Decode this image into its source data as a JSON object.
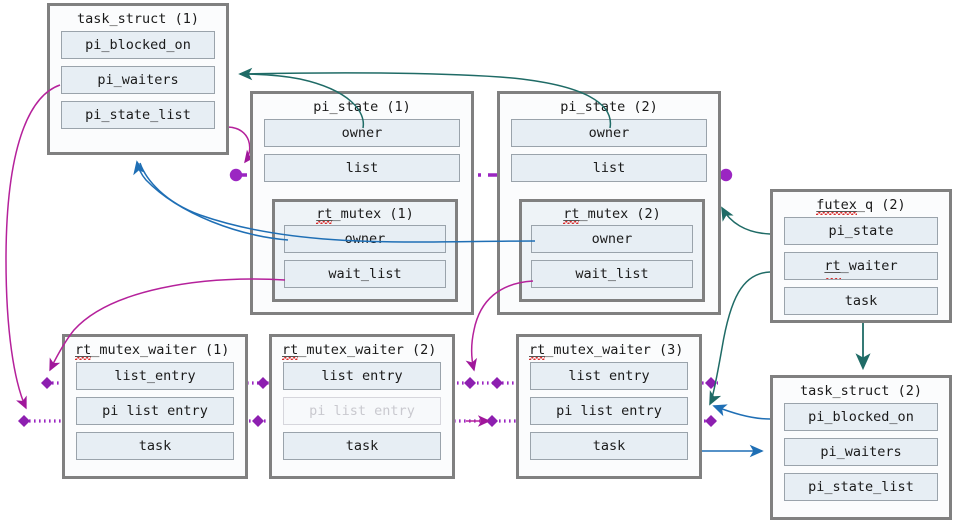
{
  "diagram": {
    "title": "futex PI state relationship diagram",
    "colors": {
      "box_border": "#808080",
      "field_border": "#9aa3ab",
      "field_fill": "#e7eef4",
      "inner_fill": "#eef3f7",
      "purple_list": "#9b26c2",
      "magenta_link": "#b5219b",
      "teal_link": "#1f6b66",
      "blue_link": "#1f6fb5",
      "faded_text": "#c9c9cf",
      "spellcheck_red": "#d92b2b"
    },
    "structs": [
      {
        "id": "task_struct_1",
        "title": "task_struct (1)",
        "title_plain": "task_struct (1)",
        "fields": [
          {
            "label": "pi_blocked_on",
            "faded": false
          },
          {
            "label": "pi_waiters",
            "faded": false
          },
          {
            "label": "pi_state_list",
            "faded": false
          }
        ]
      },
      {
        "id": "pi_state_1",
        "title": "pi_state (1)",
        "fields": [
          {
            "label": "owner",
            "faded": false
          },
          {
            "label": "list",
            "faded": false
          }
        ],
        "nested": {
          "id": "rt_mutex_1",
          "title": "rt_mutex (1)",
          "title_spell": "rt",
          "title_rest": "_mutex (1)",
          "fields": [
            {
              "label": "owner",
              "faded": false
            },
            {
              "label": "wait_list",
              "faded": false
            }
          ]
        }
      },
      {
        "id": "pi_state_2",
        "title": "pi_state (2)",
        "fields": [
          {
            "label": "owner",
            "faded": false
          },
          {
            "label": "list",
            "faded": false
          }
        ],
        "nested": {
          "id": "rt_mutex_2",
          "title": "rt_mutex (2)",
          "title_spell": "rt",
          "title_rest": "_mutex (2)",
          "fields": [
            {
              "label": "owner",
              "faded": false
            },
            {
              "label": "wait_list",
              "faded": false
            }
          ]
        }
      },
      {
        "id": "futex_q_2",
        "title": "futex_q (2)",
        "title_spell": "futex",
        "title_rest": "_q (2)",
        "fields": [
          {
            "label": "pi_state",
            "faded": false
          },
          {
            "label": "rt_waiter",
            "faded": false,
            "spell": "rt",
            "rest": "_waiter"
          },
          {
            "label": "task",
            "faded": false
          }
        ]
      },
      {
        "id": "rt_mutex_waiter_1",
        "title": "rt_mutex_waiter (1)",
        "title_spell": "rt",
        "title_rest": "_mutex_waiter (1)",
        "fields": [
          {
            "label": "list_entry",
            "faded": false
          },
          {
            "label": "pi list entry",
            "faded": false
          },
          {
            "label": "task",
            "faded": false
          }
        ]
      },
      {
        "id": "rt_mutex_waiter_2",
        "title": "rt_mutex_waiter (2)",
        "title_spell": "rt",
        "title_rest": "_mutex_waiter (2)",
        "fields": [
          {
            "label": "list entry",
            "faded": false
          },
          {
            "label": "pi list entry",
            "faded": true
          },
          {
            "label": "task",
            "faded": false
          }
        ]
      },
      {
        "id": "rt_mutex_waiter_3",
        "title": "rt_mutex_waiter (3)",
        "title_spell": "rt",
        "title_rest": "_mutex_waiter (3)",
        "fields": [
          {
            "label": "list entry",
            "faded": false
          },
          {
            "label": "pi list entry",
            "faded": false
          },
          {
            "label": "task",
            "faded": false
          }
        ]
      },
      {
        "id": "task_struct_2",
        "title": "task_struct (2)",
        "fields": [
          {
            "label": "pi_blocked_on",
            "faded": false
          },
          {
            "label": "pi_waiters",
            "faded": false
          },
          {
            "label": "pi_state_list",
            "faded": false
          }
        ]
      }
    ],
    "labels": {
      "task_struct_1_title": "task_struct (1)",
      "task_struct_1_f0": "pi_blocked_on",
      "task_struct_1_f1": "pi_waiters",
      "task_struct_1_f2": "pi_state_list",
      "pi_state_1_title": "pi_state (1)",
      "pi_state_1_f0": "owner",
      "pi_state_1_f1": "list",
      "rt_mutex_1_title_a": "rt",
      "rt_mutex_1_title_b": "_mutex (1)",
      "rt_mutex_1_f0": "owner",
      "rt_mutex_1_f1": "wait_list",
      "pi_state_2_title": "pi_state (2)",
      "pi_state_2_f0": "owner",
      "pi_state_2_f1": "list",
      "rt_mutex_2_title_a": "rt",
      "rt_mutex_2_title_b": "_mutex (2)",
      "rt_mutex_2_f0": "owner",
      "rt_mutex_2_f1": "wait_list",
      "futex_q_2_title_a": "futex",
      "futex_q_2_title_b": "_q (2)",
      "futex_q_2_f0": "pi_state",
      "futex_q_2_f1a": "rt",
      "futex_q_2_f1b": "_waiter",
      "futex_q_2_f2": "task",
      "waiter1_title_a": "rt",
      "waiter1_title_b": "_mutex_waiter (1)",
      "waiter1_f0": "list_entry",
      "waiter1_f1": "pi list entry",
      "waiter1_f2": "task",
      "waiter2_title_a": "rt",
      "waiter2_title_b": "_mutex_waiter (2)",
      "waiter2_f0": "list entry",
      "waiter2_f1": "pi list entry",
      "waiter2_f2": "task",
      "waiter3_title_a": "rt",
      "waiter3_title_b": "_mutex_waiter (3)",
      "waiter3_f0": "list entry",
      "waiter3_f1": "pi list entry",
      "waiter3_f2": "task",
      "task_struct_2_title": "task_struct (2)",
      "task_struct_2_f0": "pi_blocked_on",
      "task_struct_2_f1": "pi_waiters",
      "task_struct_2_f2": "pi_state_list"
    }
  }
}
